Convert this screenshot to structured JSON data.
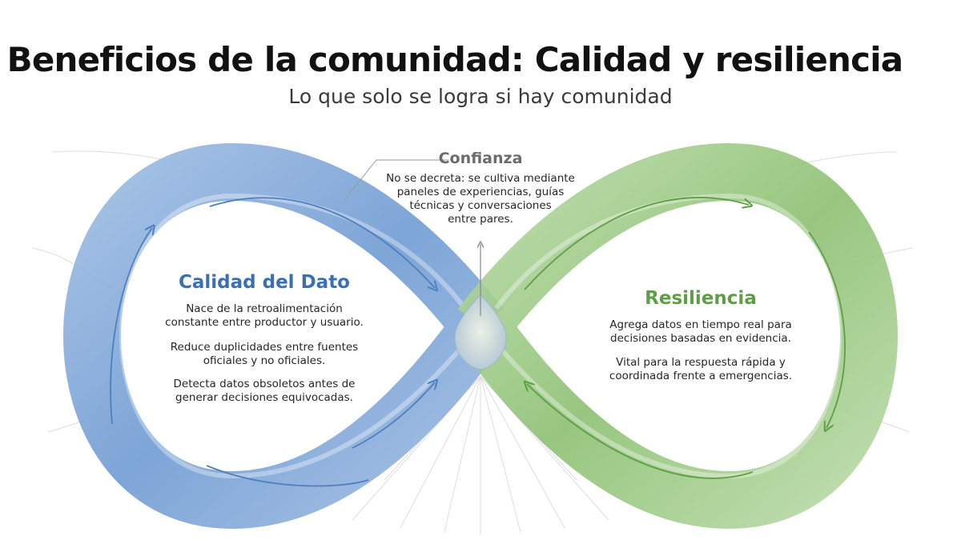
{
  "title": "Beneficios de la comunidad: Calidad y resiliencia",
  "subtitle": "Lo que solo se logra si hay comunidad",
  "trust": {
    "title": "Confianza",
    "text": "No se decreta: se cultiva mediante\npaneles de experiencias, guías\ntécnicas y conversaciones\nentre pares."
  },
  "quality": {
    "title": "Calidad del Dato",
    "points": [
      "Nace de la retroalimentación\nconstante entre productor y usuario.",
      "Reduce duplicidades entre fuentes\noficiales y no oficiales.",
      "Detecta datos obsoletos antes de\ngenerar decisiones equivocadas."
    ]
  },
  "resilience": {
    "title": "Resiliencia",
    "points": [
      "Agrega datos en tiempo real para\ndecisiones basadas en evidencia.",
      "Vital para la respuesta rápida y\ncoordinada frente a emergencias."
    ]
  },
  "colors": {
    "quality_blue": "#3a6fb5",
    "loop_blue": "#7ea6d8",
    "resilience_green": "#5f9e45",
    "loop_green": "#9ac784",
    "trust_gray": "#6b6b6b"
  }
}
